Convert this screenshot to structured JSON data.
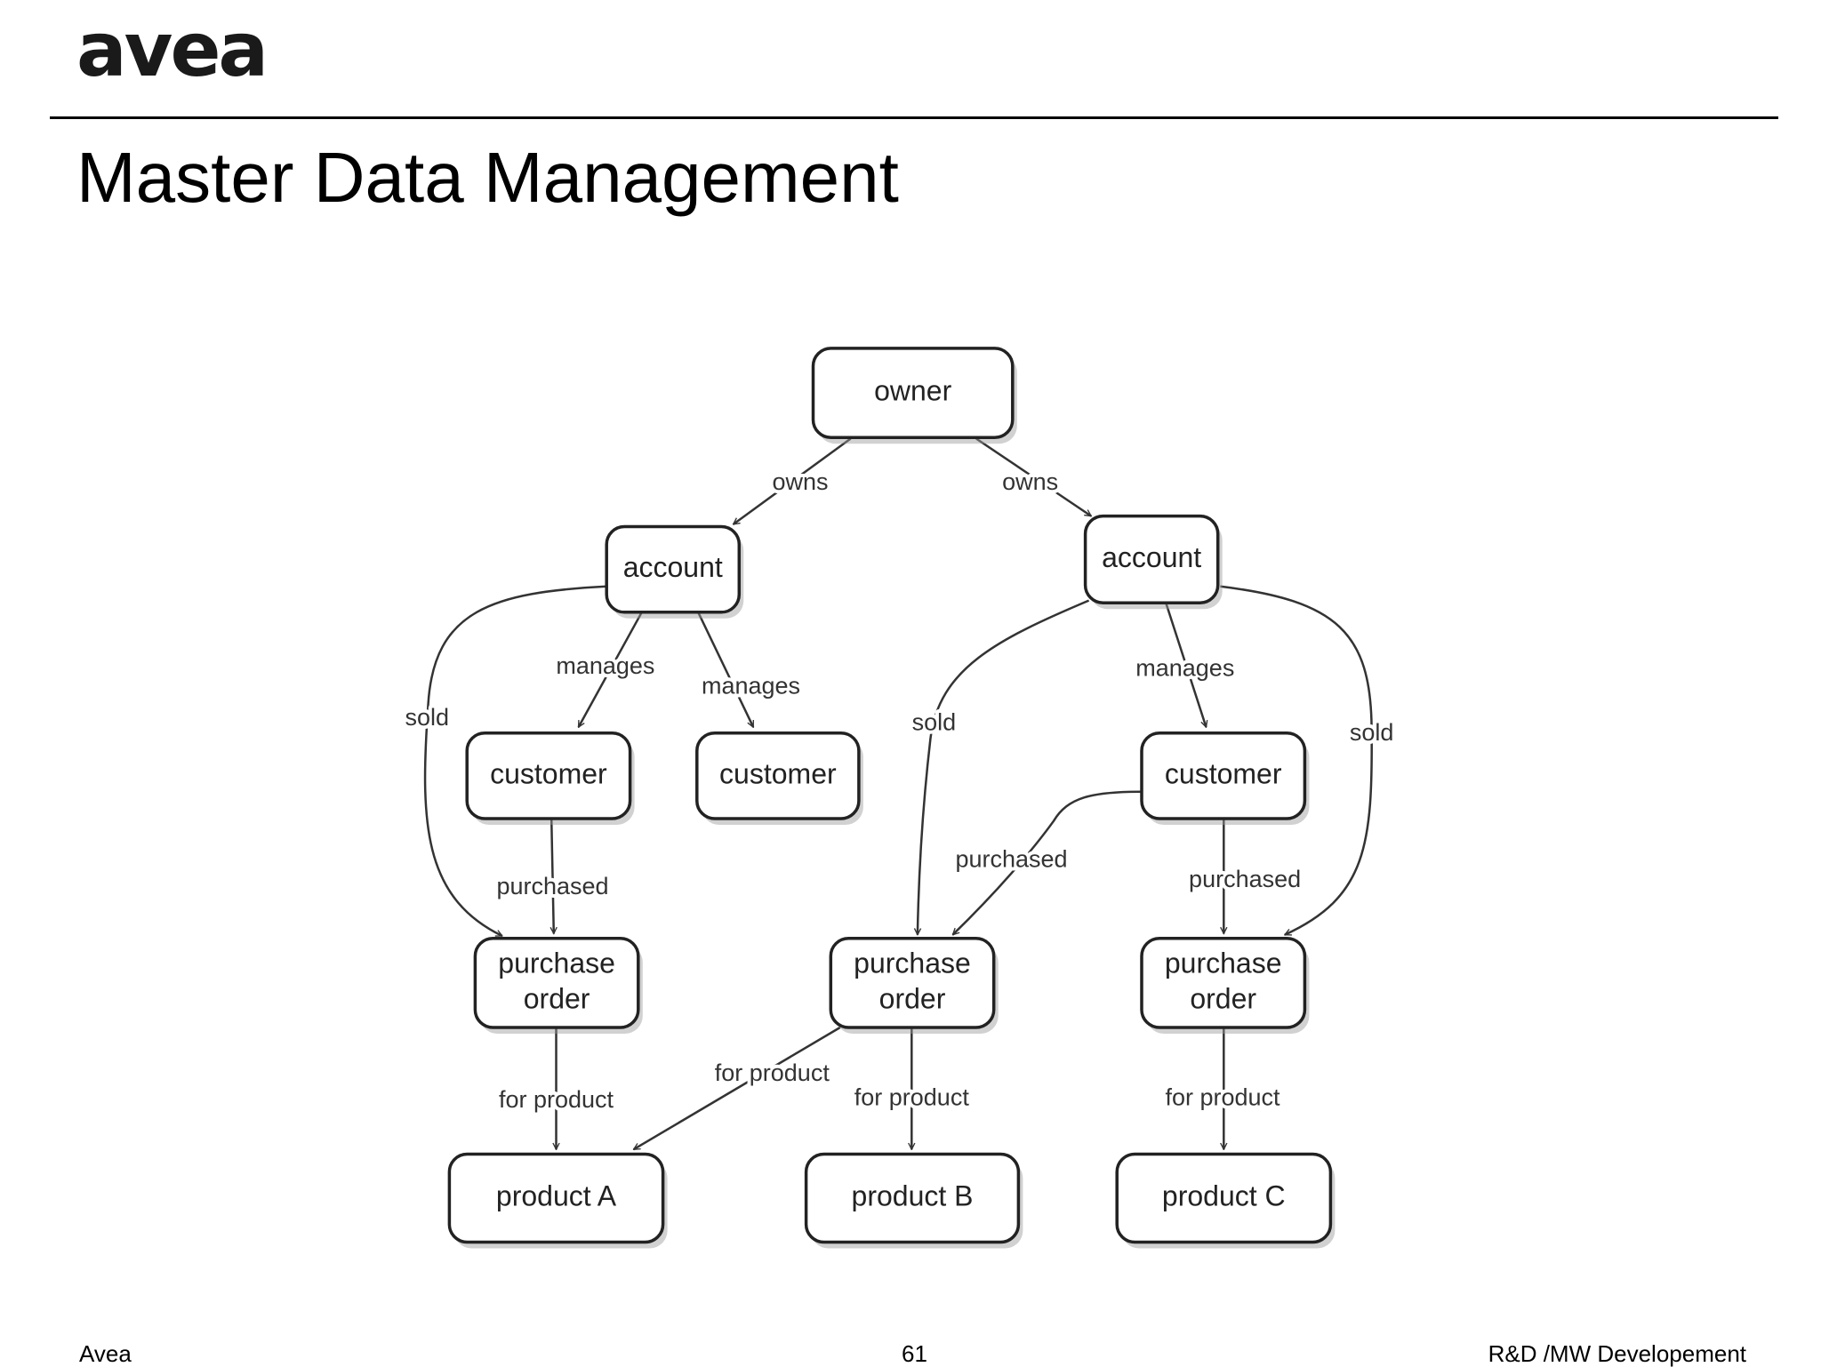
{
  "header": {
    "logo_text": "avea",
    "title": "Master Data Management"
  },
  "diagram": {
    "nodes": [
      {
        "id": "owner",
        "lines": [
          "owner"
        ]
      },
      {
        "id": "account-left",
        "lines": [
          "account"
        ]
      },
      {
        "id": "account-right",
        "lines": [
          "account"
        ]
      },
      {
        "id": "customer-1",
        "lines": [
          "customer"
        ]
      },
      {
        "id": "customer-2",
        "lines": [
          "customer"
        ]
      },
      {
        "id": "customer-3",
        "lines": [
          "customer"
        ]
      },
      {
        "id": "purchase-order-1",
        "lines": [
          "purchase",
          "order"
        ]
      },
      {
        "id": "purchase-order-2",
        "lines": [
          "purchase",
          "order"
        ]
      },
      {
        "id": "purchase-order-3",
        "lines": [
          "purchase",
          "order"
        ]
      },
      {
        "id": "product-a",
        "lines": [
          "product A"
        ]
      },
      {
        "id": "product-b",
        "lines": [
          "product B"
        ]
      },
      {
        "id": "product-c",
        "lines": [
          "product C"
        ]
      }
    ],
    "edges": [
      {
        "id": "owns-left",
        "from": "owner",
        "to": "account-left",
        "label": "owns"
      },
      {
        "id": "owns-right",
        "from": "owner",
        "to": "account-right",
        "label": "owns"
      },
      {
        "id": "sold-left",
        "from": "account-left",
        "to": "purchase-order-1",
        "label": "sold"
      },
      {
        "id": "manages-1",
        "from": "account-left",
        "to": "customer-1",
        "label": "manages"
      },
      {
        "id": "manages-2",
        "from": "account-left",
        "to": "customer-2",
        "label": "manages"
      },
      {
        "id": "sold-middle",
        "from": "account-right",
        "to": "purchase-order-2",
        "label": "sold"
      },
      {
        "id": "manages-3",
        "from": "account-right",
        "to": "customer-3",
        "label": "manages"
      },
      {
        "id": "sold-right",
        "from": "account-right",
        "to": "purchase-order-3",
        "label": "sold"
      },
      {
        "id": "purchased-1",
        "from": "customer-1",
        "to": "purchase-order-1",
        "label": "purchased"
      },
      {
        "id": "purchased-2",
        "from": "customer-3",
        "to": "purchase-order-2",
        "label": "purchased"
      },
      {
        "id": "purchased-3",
        "from": "customer-3",
        "to": "purchase-order-3",
        "label": "purchased"
      },
      {
        "id": "for-product-1",
        "from": "purchase-order-1",
        "to": "product-a",
        "label": "for product"
      },
      {
        "id": "for-product-2",
        "from": "purchase-order-2",
        "to": "product-a",
        "label": "for product"
      },
      {
        "id": "for-product-3",
        "from": "purchase-order-2",
        "to": "product-b",
        "label": "for product"
      },
      {
        "id": "for-product-4",
        "from": "purchase-order-3",
        "to": "product-c",
        "label": "for product"
      }
    ]
  },
  "footer": {
    "left": "Avea",
    "page_number": "61",
    "right": "R&D /MW Developement"
  }
}
